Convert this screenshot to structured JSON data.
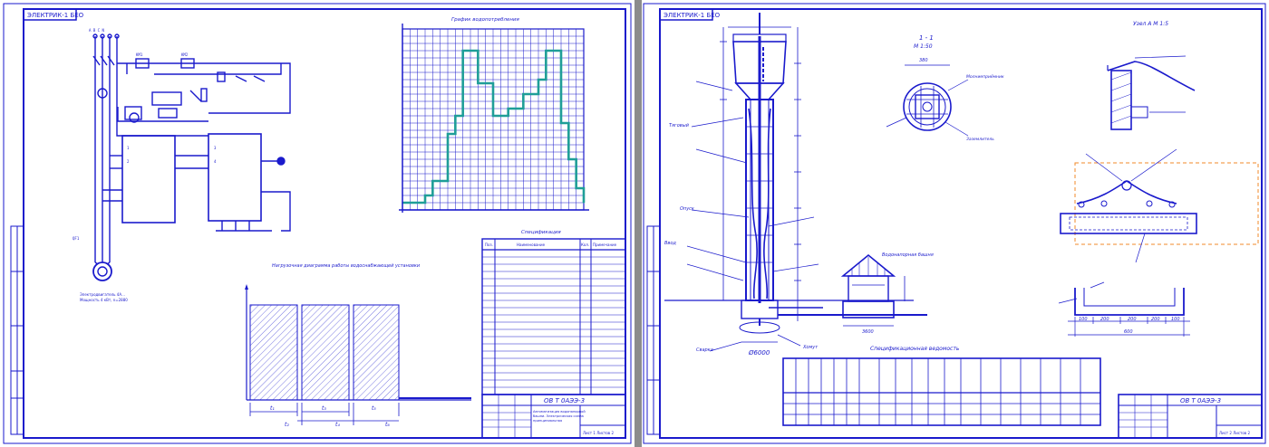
{
  "left_sheet": {
    "corner_stamp": "ЭЛЕКТРИК-1 БЕО",
    "chart_title": "График водопотребления",
    "spec_title": "Спецификация",
    "spec_headers": [
      "Поз.",
      "Наименование",
      "Кол.",
      "Примечание"
    ],
    "timing_title": "Нагрузочная диаграмма работы водоснабжающей установки",
    "timing_labels": [
      "t₁",
      "t₂",
      "t₃",
      "t₄",
      "t₅",
      "t₆"
    ],
    "title_block_code": "ОВ Т 0АЭЭ-3",
    "title_block_lines": [
      "Автоматизация водонапорной",
      "башни. Электрическая схема",
      "принципиальная"
    ],
    "title_block_sheet": "Лист 1  Листов 2",
    "motor_note_1": "Электродвигатель 4А...",
    "motor_note_2": "Мощность 4 кВт, n=2880"
  },
  "right_sheet": {
    "corner_stamp": "ЭЛЕКТРИК-1 БЕО",
    "section_title": "1 - 1",
    "section_scale": "М 1:50",
    "node_title": "Узел А М 1:5",
    "dim_tank": "380",
    "dim_base": "Ø6000",
    "dim_pump_house": "3600",
    "dim_width": "600",
    "dims_bottom": [
      "100",
      "200",
      "200",
      "200",
      "100"
    ],
    "spec_title": "Спецификационная ведомость",
    "title_block_code": "ОВ Т 0АЭЭ-3",
    "title_block_sheet": "Лист 2  Листов 2",
    "labels": [
      "Тяговый",
      "Молниеприёмник",
      "Опуск",
      "Ввод",
      "Заземлитель",
      "Водонапорная башня",
      "Сварка",
      "Хомут"
    ]
  },
  "chart_data": {
    "type": "line",
    "x": [
      0,
      1,
      2,
      3,
      4,
      5,
      6,
      7,
      8,
      9,
      10,
      11,
      12,
      13,
      14,
      15,
      16,
      17,
      18,
      19,
      20,
      21,
      22,
      23,
      24
    ],
    "y": [
      0.2,
      0.2,
      0.2,
      0.4,
      0.8,
      0.8,
      2.1,
      2.6,
      4.4,
      4.4,
      3.5,
      3.5,
      2.6,
      2.6,
      2.8,
      2.8,
      3.2,
      3.2,
      3.6,
      4.4,
      4.4,
      2.4,
      1.4,
      0.6,
      0.2
    ],
    "ylim": [
      0,
      5
    ],
    "xlim": [
      0,
      24
    ],
    "grid": true,
    "line_color": "#1f9e98"
  }
}
